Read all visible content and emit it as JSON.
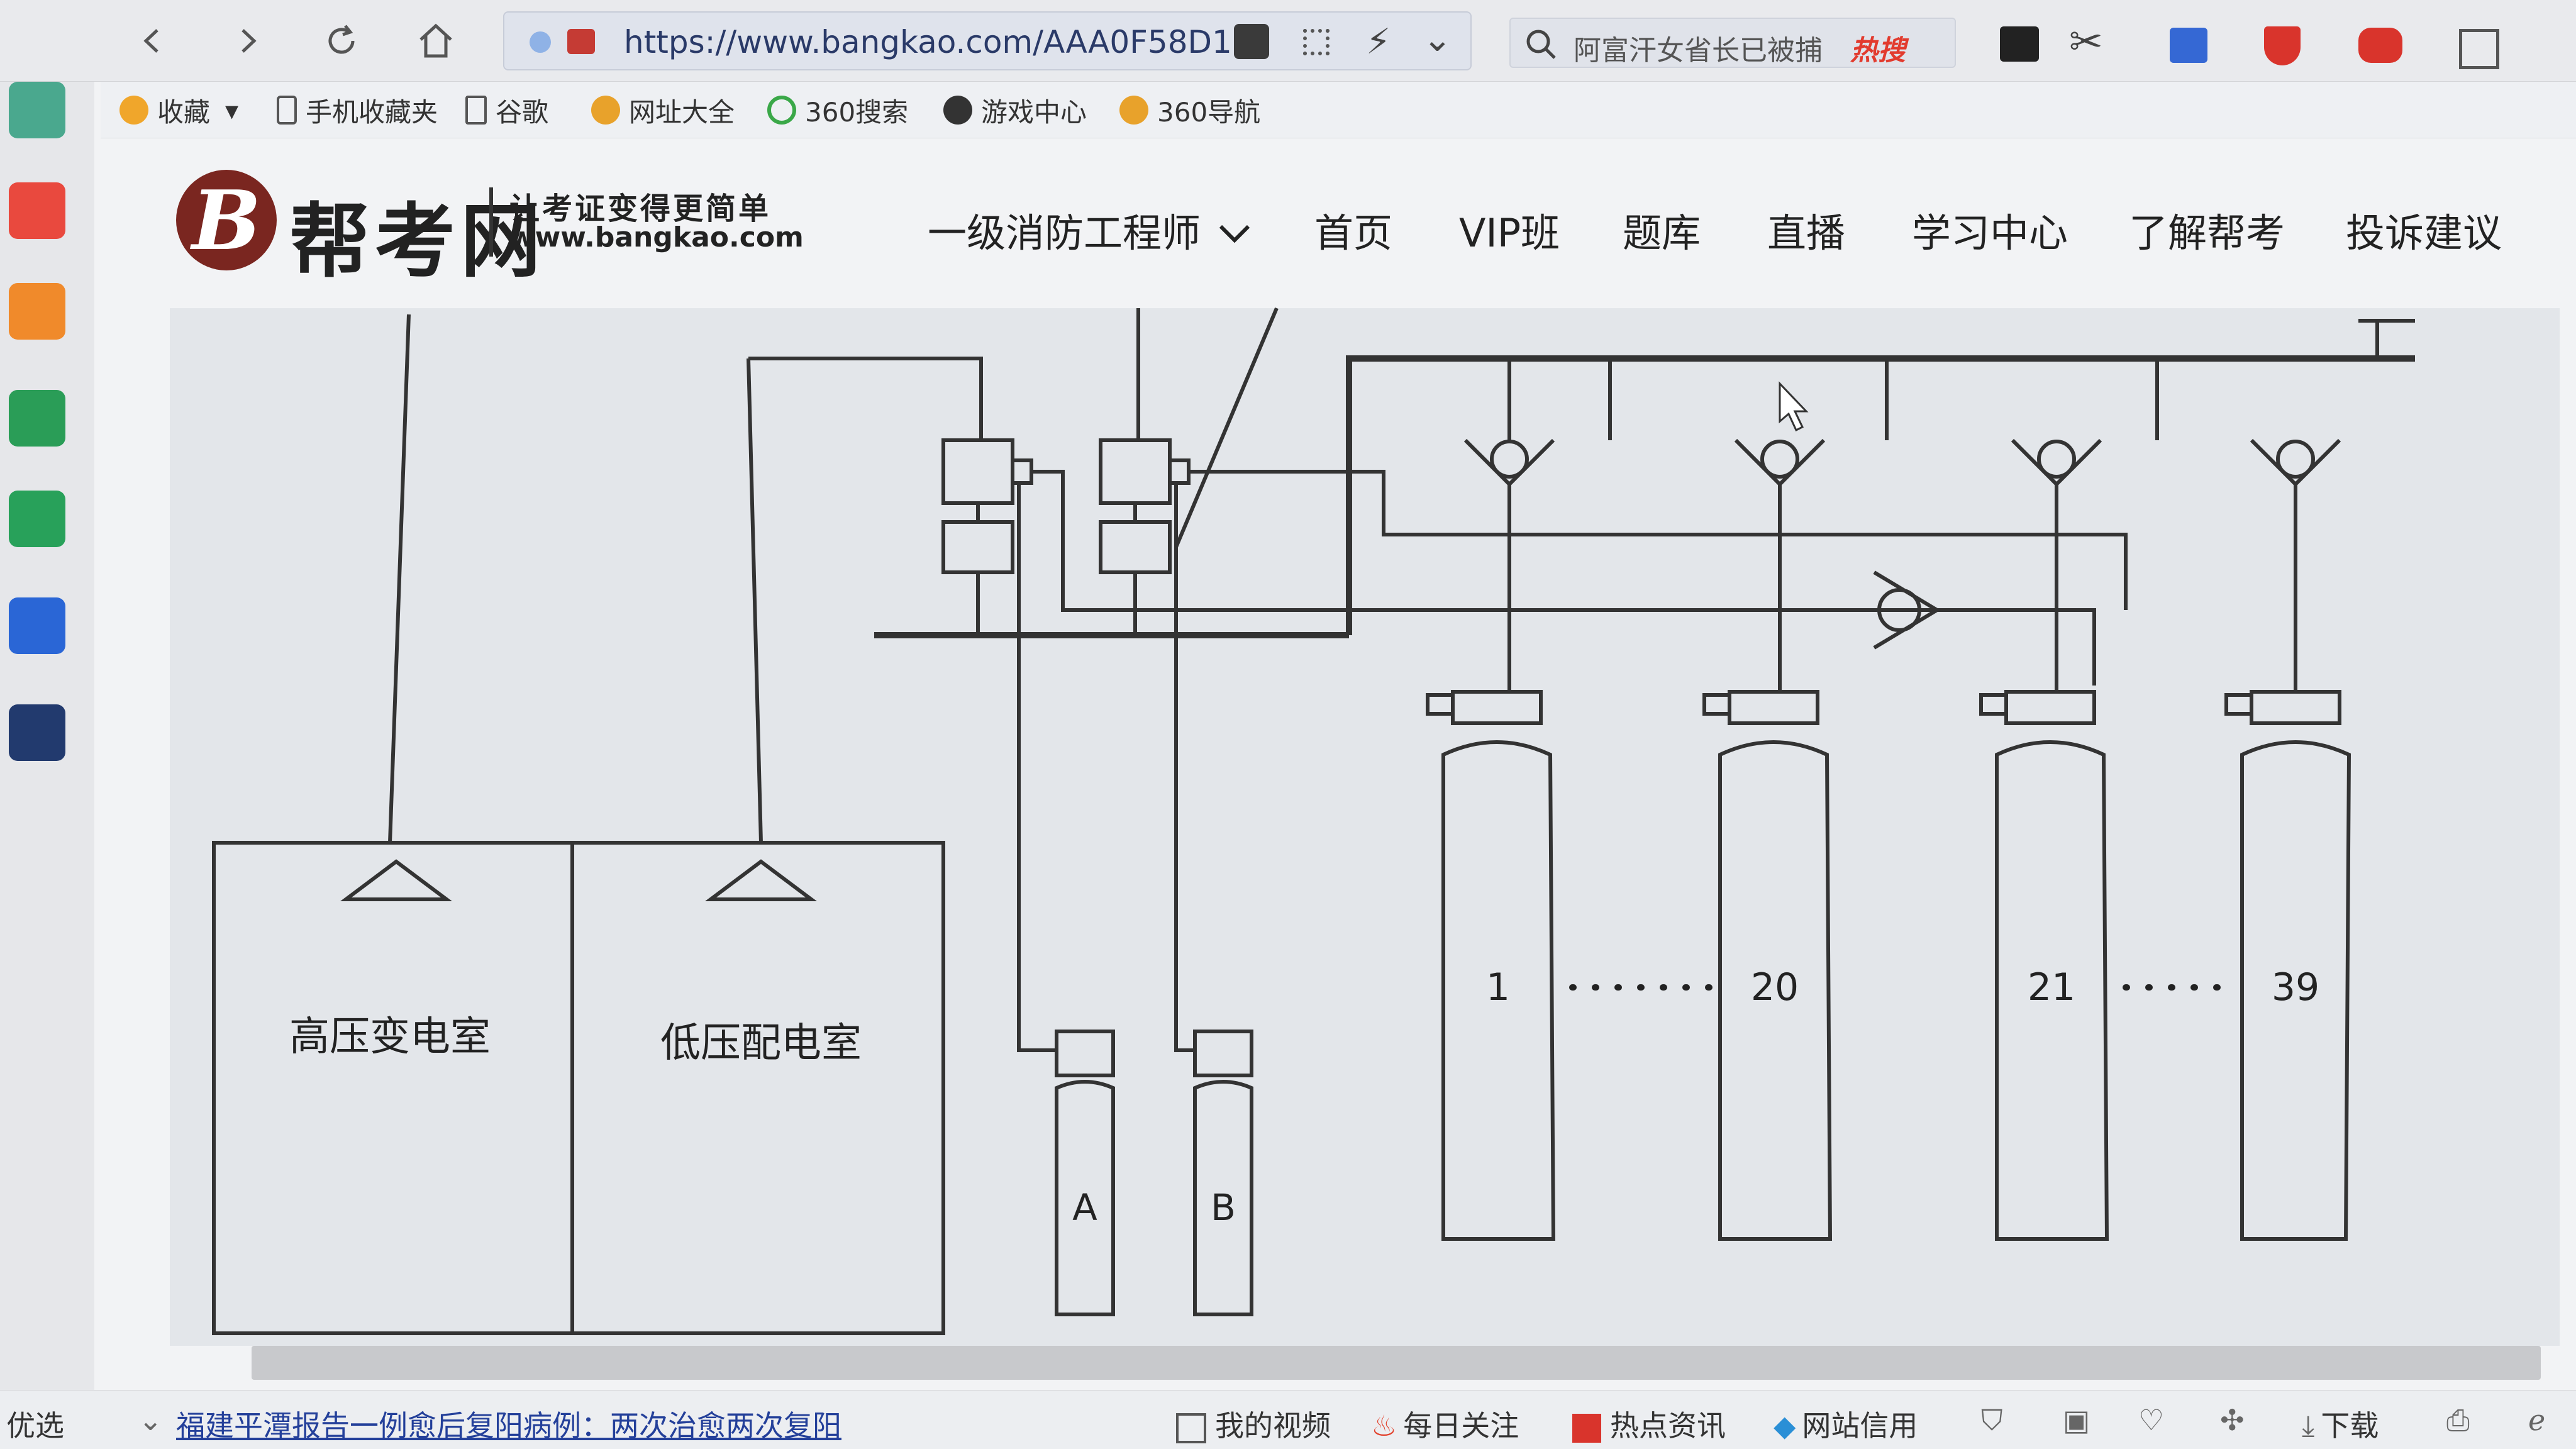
{
  "browser": {
    "url": "https://www.bangkao.com/AAA0F58D1{",
    "search_text": "阿富汗女省长已被捕",
    "hot_label": "热搜",
    "bookmarks": [
      "收藏",
      "手机收藏夹",
      "谷歌",
      "网址大全",
      "360搜索",
      "游戏中心",
      "360导航"
    ]
  },
  "site": {
    "logo_letter": "B",
    "name": "帮考网",
    "slogan": "让考证变得更简单",
    "domain": "www.bangkao.com",
    "nav": [
      "一级消防工程师",
      "首页",
      "VIP班",
      "题库",
      "直播",
      "学习中心",
      "了解帮考",
      "投诉建议"
    ]
  },
  "diagram": {
    "rooms": [
      "高压变电室",
      "低压配电室"
    ],
    "pilot_cylinders": [
      "A",
      "B"
    ],
    "agent_cylinders": [
      "1",
      "20",
      "21",
      "39"
    ]
  },
  "statusbar": {
    "left_label": "优选",
    "news": "福建平潭报告一例愈后复阳病例：两次治愈两次复阳",
    "items": [
      "我的视频",
      "每日关注",
      "热点资讯",
      "网站信用",
      "下载"
    ]
  }
}
